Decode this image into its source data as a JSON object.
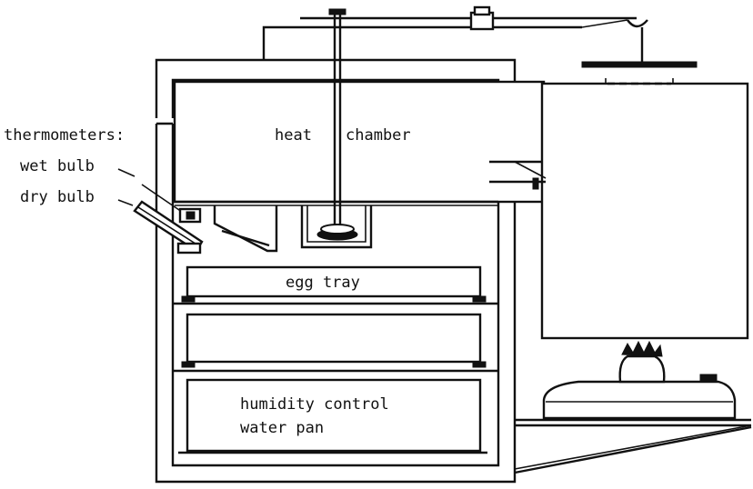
{
  "labels": {
    "thermometers": "thermometers:",
    "wet_bulb": "wet bulb",
    "dry_bulb": "dry bulb",
    "heat": "heat",
    "chamber": "chamber",
    "egg_tray": "egg tray",
    "humidity_line1": "humidity control",
    "humidity_line2": "water pan"
  },
  "colors": {
    "ink": "#111111",
    "paper": "#ffffff"
  }
}
